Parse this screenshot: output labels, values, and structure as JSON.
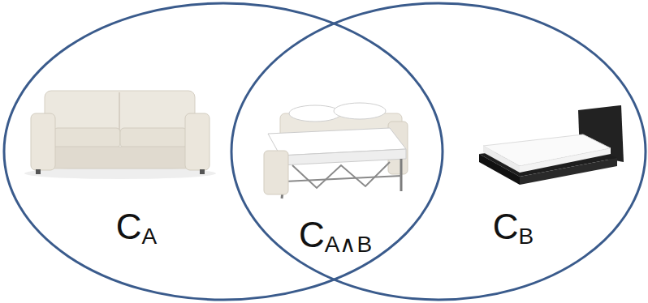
{
  "diagram": {
    "labels": [
      "C",
      "A",
      "C",
      "A∧B",
      "C",
      "B"
    ]
  }
}
